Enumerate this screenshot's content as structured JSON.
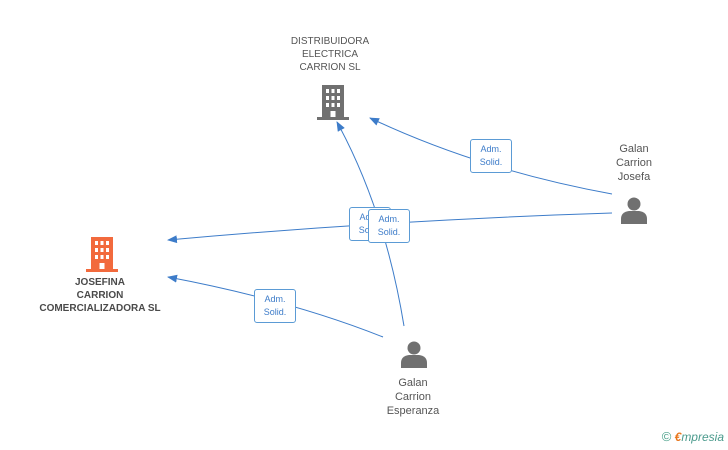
{
  "nodes": {
    "distribuidora": {
      "lines": [
        "DISTRIBUIDORA",
        "ELECTRICA",
        "CARRION SL"
      ],
      "icon": "building-icon",
      "color": "#707070"
    },
    "josefina": {
      "lines": [
        "JOSEFINA",
        "CARRION",
        "COMERCIALIZADORA SL"
      ],
      "icon": "building-icon",
      "color": "#f26a3d"
    },
    "josefa": {
      "lines": [
        "Galan",
        "Carrion",
        "Josefa"
      ],
      "icon": "person-icon",
      "color": "#707070"
    },
    "esperanza": {
      "lines": [
        "Galan",
        "Carrion",
        "Esperanza"
      ],
      "icon": "person-icon",
      "color": "#707070"
    }
  },
  "edges": [
    {
      "from": "Galan Carrion Josefa",
      "to": "DISTRIBUIDORA ELECTRICA CARRION SL",
      "role": [
        "Adm.",
        "Solid."
      ]
    },
    {
      "from": "Galan Carrion Josefa",
      "to": "JOSEFINA CARRION COMERCIALIZADORA SL",
      "role": [
        "Adm.",
        "Solid."
      ]
    },
    {
      "from": "Galan Carrion Esperanza",
      "to": "DISTRIBUIDORA ELECTRICA CARRION SL",
      "role": [
        "Adm.",
        "Solid."
      ]
    },
    {
      "from": "Galan Carrion Esperanza",
      "to": "JOSEFINA CARRION COMERCIALIZADORA SL",
      "role": [
        "Adm.",
        "Solid."
      ]
    }
  ],
  "edge_color": "#3d7cc9",
  "footer": {
    "copyright": "©",
    "brand_first": "€",
    "brand_rest": "mpresia"
  }
}
